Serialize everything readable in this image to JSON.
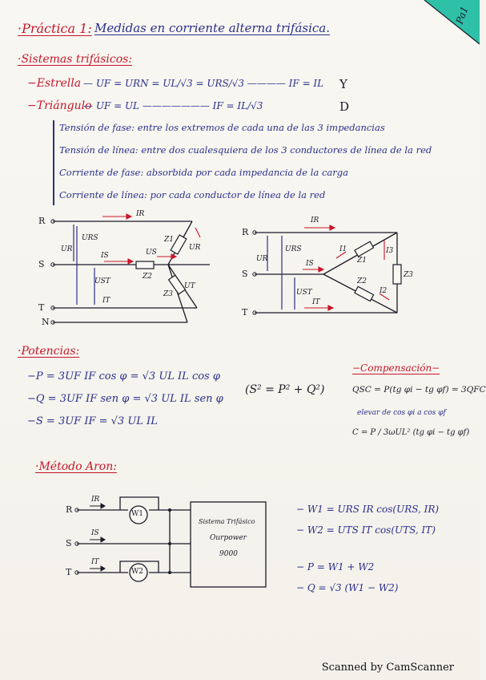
{
  "title": {
    "number": "·Práctica 1:",
    "text": "Medidas en corriente alterna trifásica."
  },
  "corner_tag": "Pa1",
  "sistemas": {
    "heading": "·Sistemas trifásicos:",
    "estrella": {
      "label": "−Estrella",
      "formula": "— UF = URN = UL/√3 = URS/√3 ———— IF = IL",
      "symbol": "Y"
    },
    "triangulo": {
      "label": "−Triángulo",
      "formula": "— UF = UL ——————— IF = IL/√3",
      "symbol": "D"
    },
    "definitions": [
      "Tensión de fase: entre los extremos de cada una de las 3 impedancias",
      "Tensión de línea: entre dos cualesquiera de los 3 conductores de línea de la red",
      "Corriente de fase: absorbida por cada impedancia de la carga",
      "Corriente de línea: por cada conductor de línea de la red"
    ]
  },
  "diagram_left": {
    "terminals": [
      "R",
      "S",
      "T",
      "N"
    ],
    "labels": {
      "ir": "IR",
      "is": "IS",
      "it": "IT",
      "urs": "URS",
      "urn": "UR",
      "ust": "UST",
      "z1": "Z1",
      "z2": "Z2",
      "z3": "Z3",
      "ur": "UR",
      "us": "US",
      "ut": "UT"
    }
  },
  "diagram_right": {
    "terminals": [
      "R",
      "S",
      "T"
    ],
    "labels": {
      "ir": "IR",
      "is": "IS",
      "it": "IT",
      "urs": "URS",
      "ur": "UR",
      "ust": "UST",
      "i1": "I1",
      "i2": "I2",
      "i3": "I3",
      "z1": "Z1",
      "z2": "Z2",
      "z3": "Z3"
    }
  },
  "potencias": {
    "heading": "·Potencias:",
    "lines": [
      "−P = 3UF IF cos φ = √3 UL IL cos φ",
      "−Q = 3UF IF sen φ = √3 UL IL sen φ",
      "−S = 3UF IF = √3 UL IL"
    ],
    "relation": "(S² = P² + Q²)"
  },
  "compensacion": {
    "heading": "−Compensación−",
    "line1": "QSC = P(tg φi − tg φf) = 3QFC",
    "line2": "elevar de cos φi a cos φf",
    "line3": "C = P / 3ωUL² (tg φi − tg φf)"
  },
  "aron": {
    "heading": "·Método Aron:",
    "terminals": [
      "R",
      "S",
      "T"
    ],
    "currents": [
      "IR",
      "IS",
      "IT"
    ],
    "meters": [
      "W1",
      "W2"
    ],
    "box": [
      "Sistema Trifásico",
      "Ourpower",
      "9000"
    ],
    "formulas": [
      "− W1 = URS IR cos(URS, IR)",
      "− W2 = UTS IT cos(UTS, IT)",
      "− P = W1 + W2",
      "− Q = √3 (W1 − W2)"
    ]
  },
  "footer": "Scanned by CamScanner"
}
